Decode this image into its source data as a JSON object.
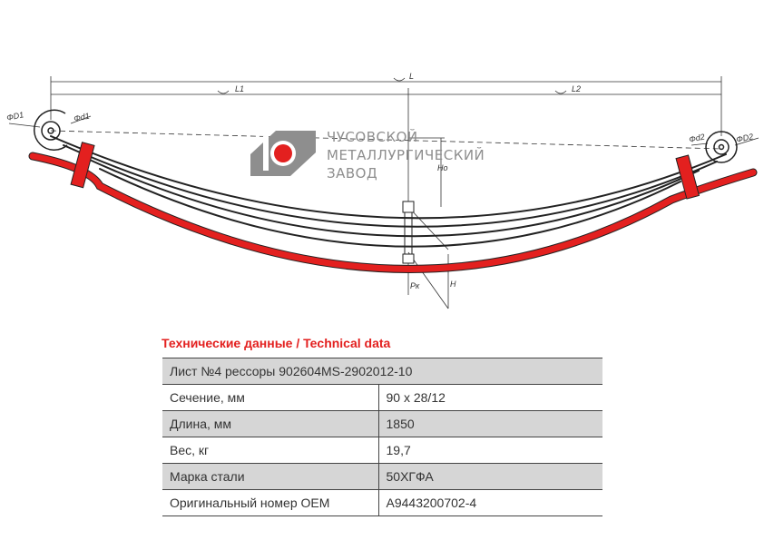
{
  "drawing": {
    "dimensions": {
      "L": "L",
      "L1": "L1",
      "L2": "L2",
      "D1": "ΦD1",
      "d1": "Φd1",
      "d2": "Φd2",
      "D2": "ΦD2",
      "H0": "Ho",
      "H": "H",
      "Pk": "Pк"
    }
  },
  "logo": {
    "line1": "ЧУСОВСКОЙ",
    "line2": "МЕТАЛЛУРГИЧЕСКИЙ",
    "line3": "ЗАВОД",
    "brand_color": "#e3201f",
    "grey": "#8e8e8e"
  },
  "section_title": "Технические данные / Technical data",
  "table": {
    "header": "Лист №4 рессоры 902604MS-2902012-10",
    "rows": [
      {
        "label": "Сечение, мм",
        "value": "90 х 28/12"
      },
      {
        "label": "Длина, мм",
        "value": "1850"
      },
      {
        "label": "Вес, кг",
        "value": "19,7"
      },
      {
        "label": "Марка стали",
        "value": "50ХГФА"
      },
      {
        "label": "Оригинальный номер OEM",
        "value": "A9443200702-4"
      }
    ]
  },
  "colors": {
    "accent": "#e3201f",
    "row_shade": "#d6d6d6"
  }
}
